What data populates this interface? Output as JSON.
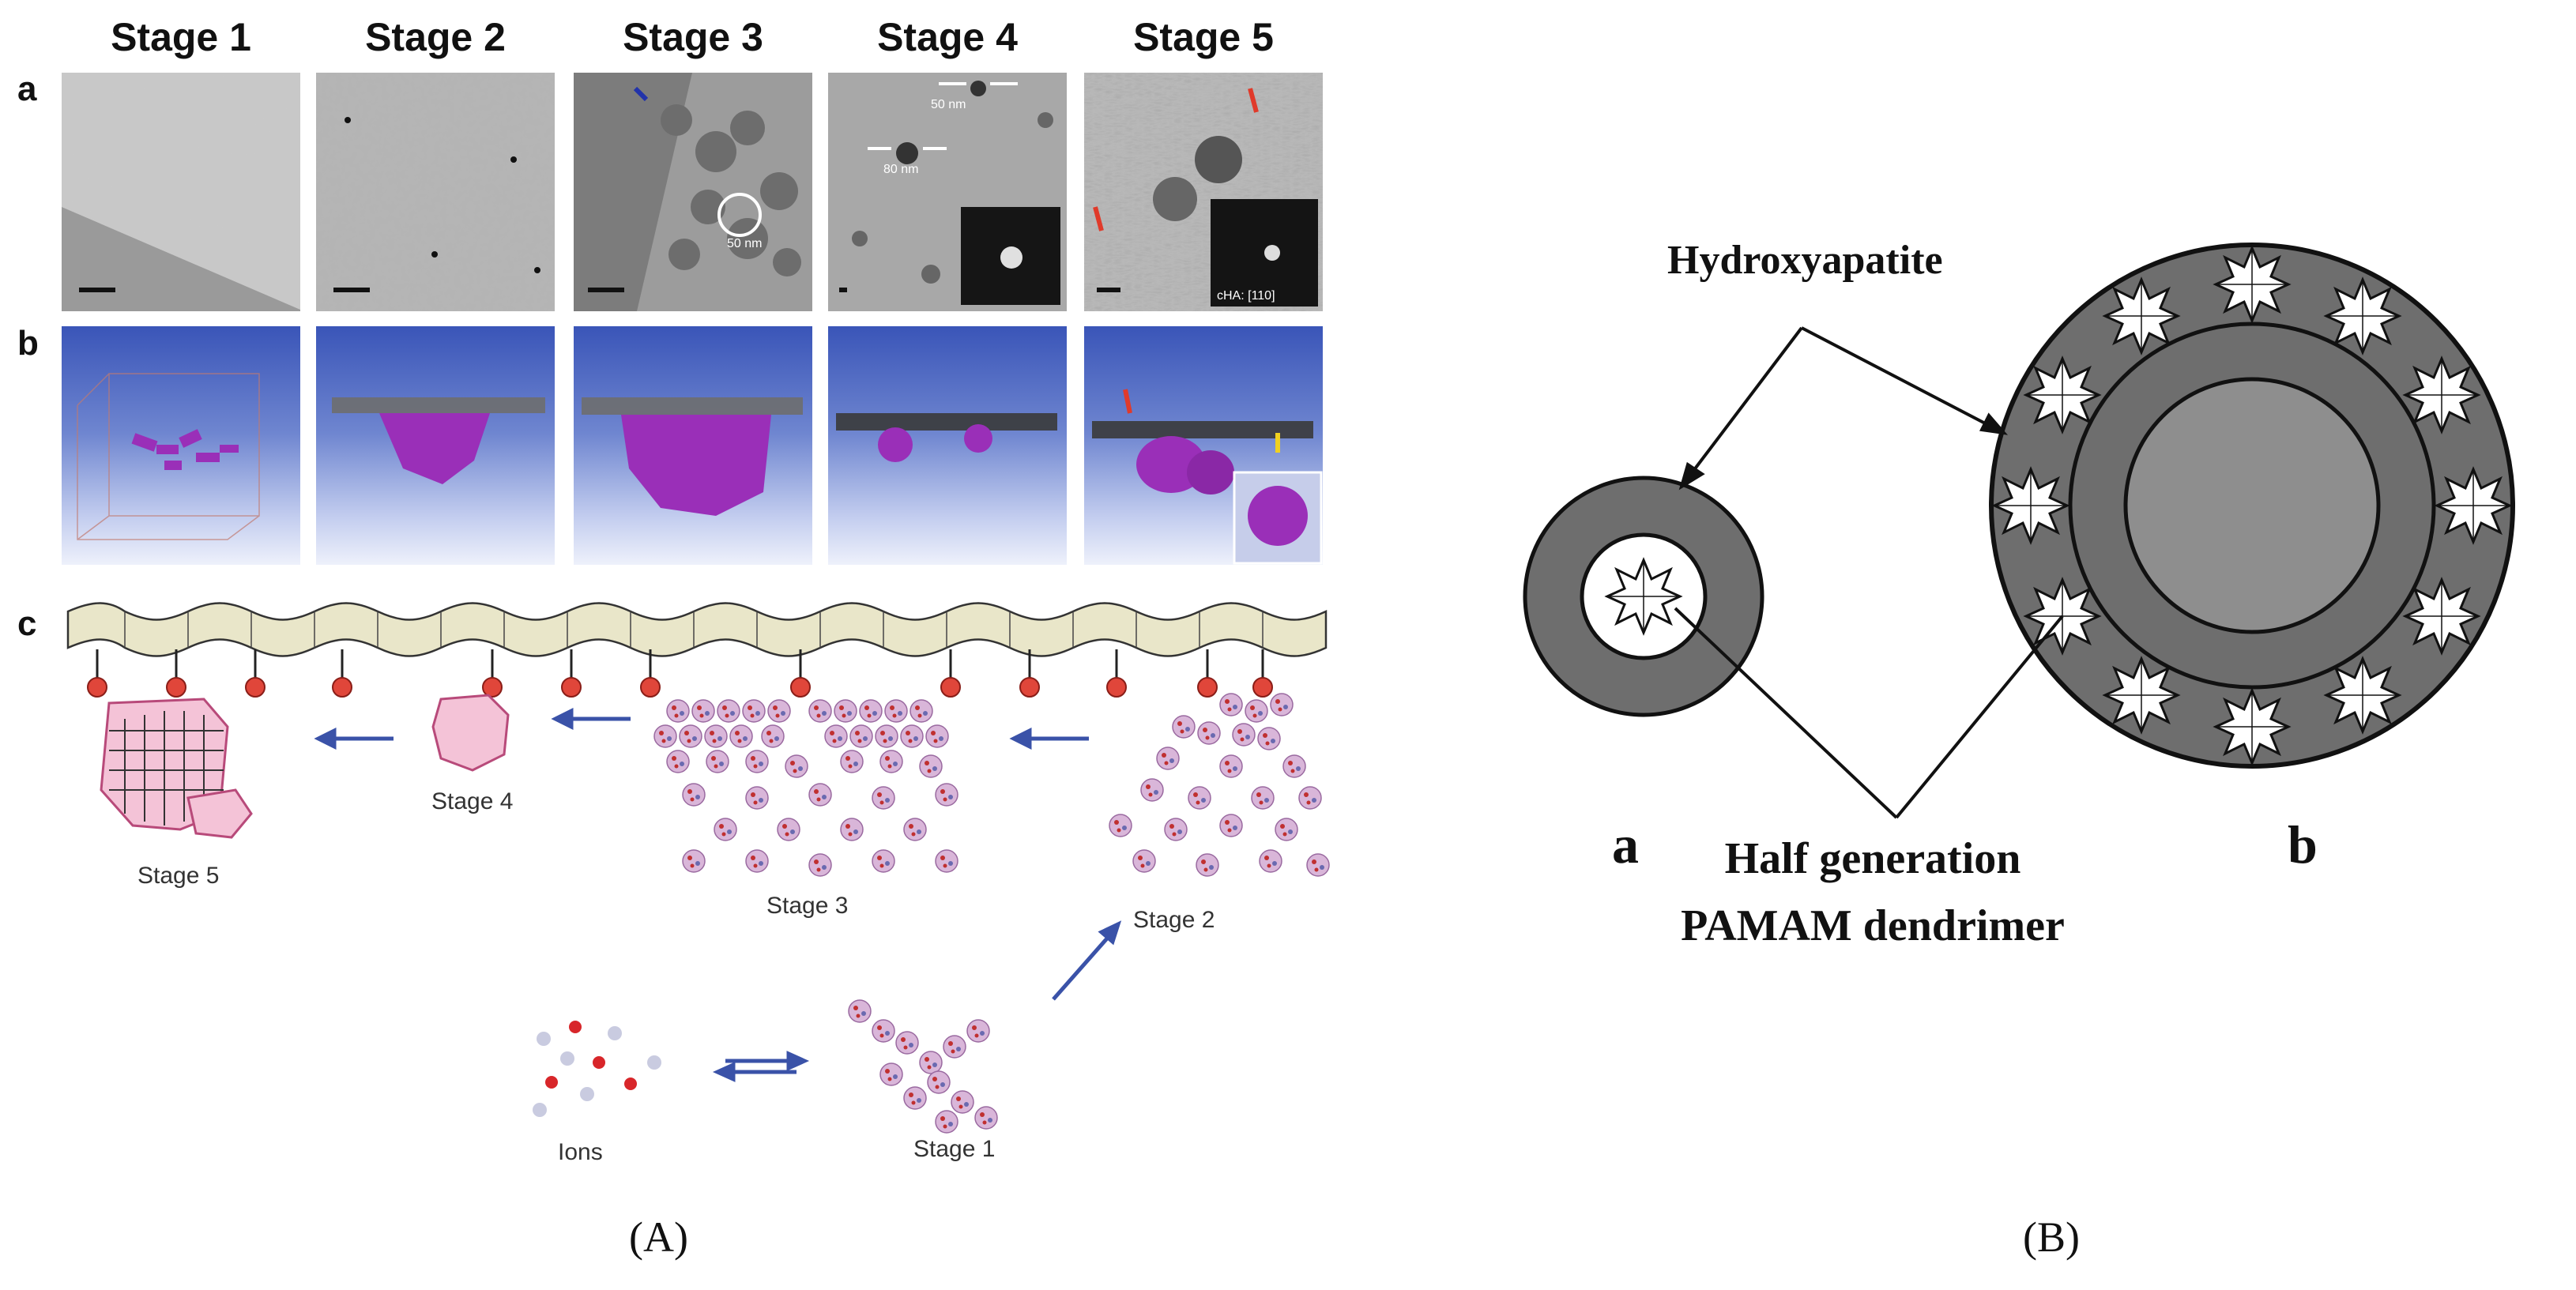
{
  "panel_a": {
    "stage_titles": [
      "Stage 1",
      "Stage 2",
      "Stage 3",
      "Stage 4",
      "Stage 5"
    ],
    "row_labels": {
      "a": "a",
      "b": "b",
      "c": "c"
    },
    "scale_labels": {
      "s3": "50 nm",
      "s4_top": "50 nm",
      "s4_left": "80 nm",
      "s5_inset": "cHA: [110]"
    },
    "schematic_labels": {
      "ions": "Ions",
      "stage1": "Stage 1",
      "stage2": "Stage 2",
      "stage3": "Stage 3",
      "stage4": "Stage 4",
      "stage5": "Stage 5"
    },
    "caption": "(A)"
  },
  "panel_b": {
    "hydroxyapatite_label": "Hydroxyapatite",
    "dendrimer_label_line1": "Half generation",
    "dendrimer_label_line2": "PAMAM dendrimer",
    "sub_a": "a",
    "sub_b": "b",
    "caption": "(B)"
  },
  "colors": {
    "render_purple": "#9a2fb8",
    "micro_gray": "#bdbdbd",
    "shell_gray": "#6e6e6e",
    "core_gray": "#8e8e8e",
    "ion_red": "#d8262a",
    "ion_gray": "#c9cbe0",
    "arrow_blue": "#3a52a8",
    "membrane_beige": "#e9e6c9"
  }
}
